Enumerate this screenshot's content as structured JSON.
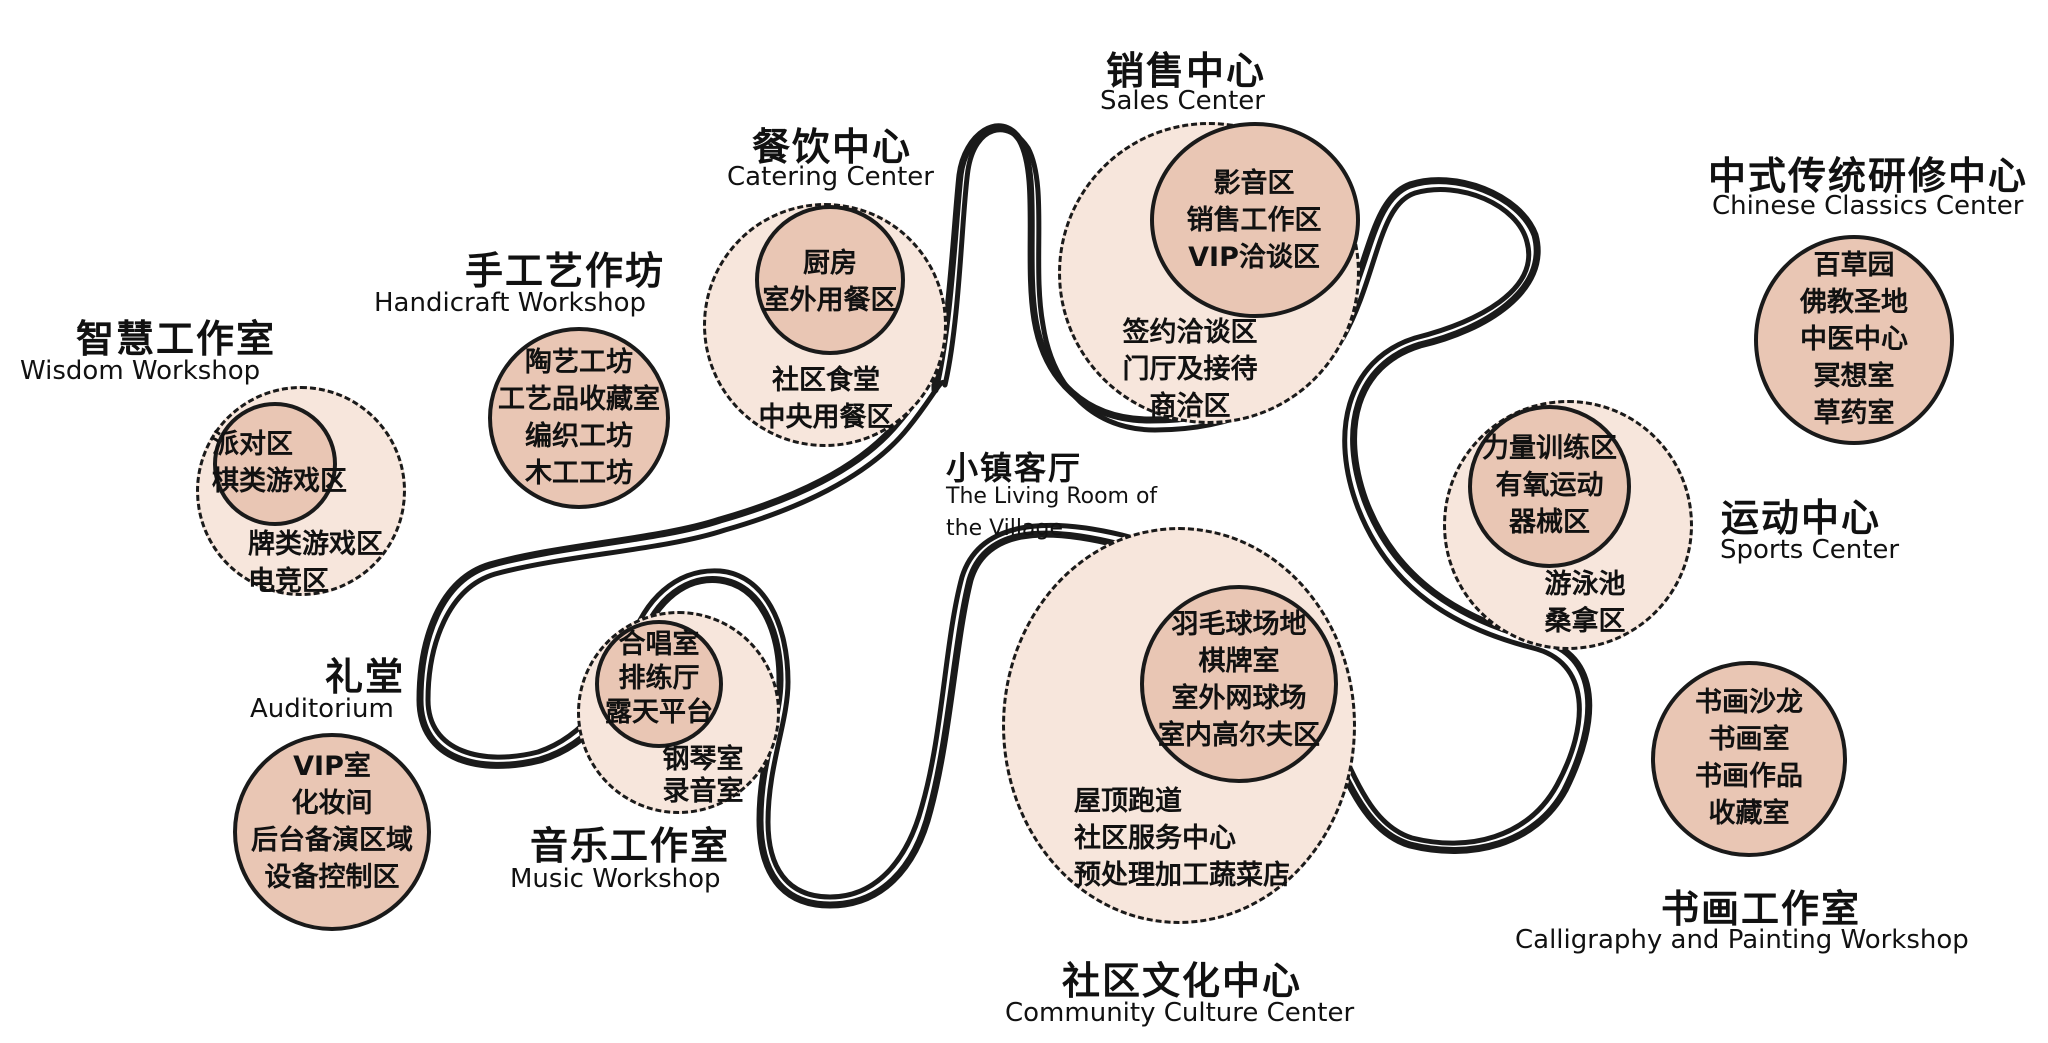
{
  "zones": {
    "sales": {
      "name_cn": "销售中心",
      "name_en": "Sales Center",
      "inner": [
        "影音区",
        "销售工作区",
        "VIP洽谈区"
      ],
      "outer": [
        "签约洽谈区",
        "门厅及接待",
        "商洽区"
      ]
    },
    "catering": {
      "name_cn": "餐饮中心",
      "name_en": "Catering Center",
      "inner": [
        "厨房",
        "室外用餐区"
      ],
      "outer": [
        "社区食堂",
        "中央用餐区"
      ]
    },
    "handicraft": {
      "name_cn": "手工艺作坊",
      "name_en": "Handicraft Workshop",
      "items": [
        "陶艺工坊",
        "工艺品收藏室",
        "编织工坊",
        "木工工坊"
      ]
    },
    "wisdom": {
      "name_cn": "智慧工作室",
      "name_en": "Wisdom Workshop",
      "inner": [
        "派对区",
        "棋类游戏区"
      ],
      "outer": [
        "牌类游戏区",
        "电竞区"
      ]
    },
    "auditorium": {
      "name_cn": "礼堂",
      "name_en": "Auditorium",
      "items": [
        "VIP室",
        "化妆间",
        "后台备演区域",
        "设备控制区"
      ]
    },
    "music": {
      "name_cn": "音乐工作室",
      "name_en": "Music Workshop",
      "inner": [
        "合唱室",
        "排练厅",
        "露天平台"
      ],
      "outer": [
        "钢琴室",
        "录音室"
      ]
    },
    "living_room": {
      "name_cn": "小镇客厅",
      "name_en_line1": "The Living Room of",
      "name_en_line2": "the Village"
    },
    "community": {
      "name_cn": "社区文化中心",
      "name_en": "Community Culture Center",
      "inner": [
        "羽毛球场地",
        "棋牌室",
        "室外网球场",
        "室内高尔夫区"
      ],
      "outer": [
        "屋顶跑道",
        "社区服务中心",
        "预处理加工蔬菜店"
      ]
    },
    "sports": {
      "name_cn": "运动中心",
      "name_en": "Sports Center",
      "inner": [
        "力量训练区",
        "有氧运动",
        "器械区"
      ],
      "outer": [
        "游泳池",
        "桑拿区"
      ]
    },
    "chinese": {
      "name_cn": "中式传统研修中心",
      "name_en": "Chinese Classics Center",
      "items": [
        "百草园",
        "佛教圣地",
        "中医中心",
        "冥想室",
        "草药室"
      ]
    },
    "calligraphy": {
      "name_cn": "书画工作室",
      "name_en": "Calligraphy and Painting Workshop",
      "items": [
        "书画沙龙",
        "书画室",
        "书画作品",
        "收藏室"
      ]
    }
  },
  "colors": {
    "outer_fill": "#f7e6dc",
    "inner_fill": "#e9c6b4",
    "line": "#1a1a1a"
  }
}
